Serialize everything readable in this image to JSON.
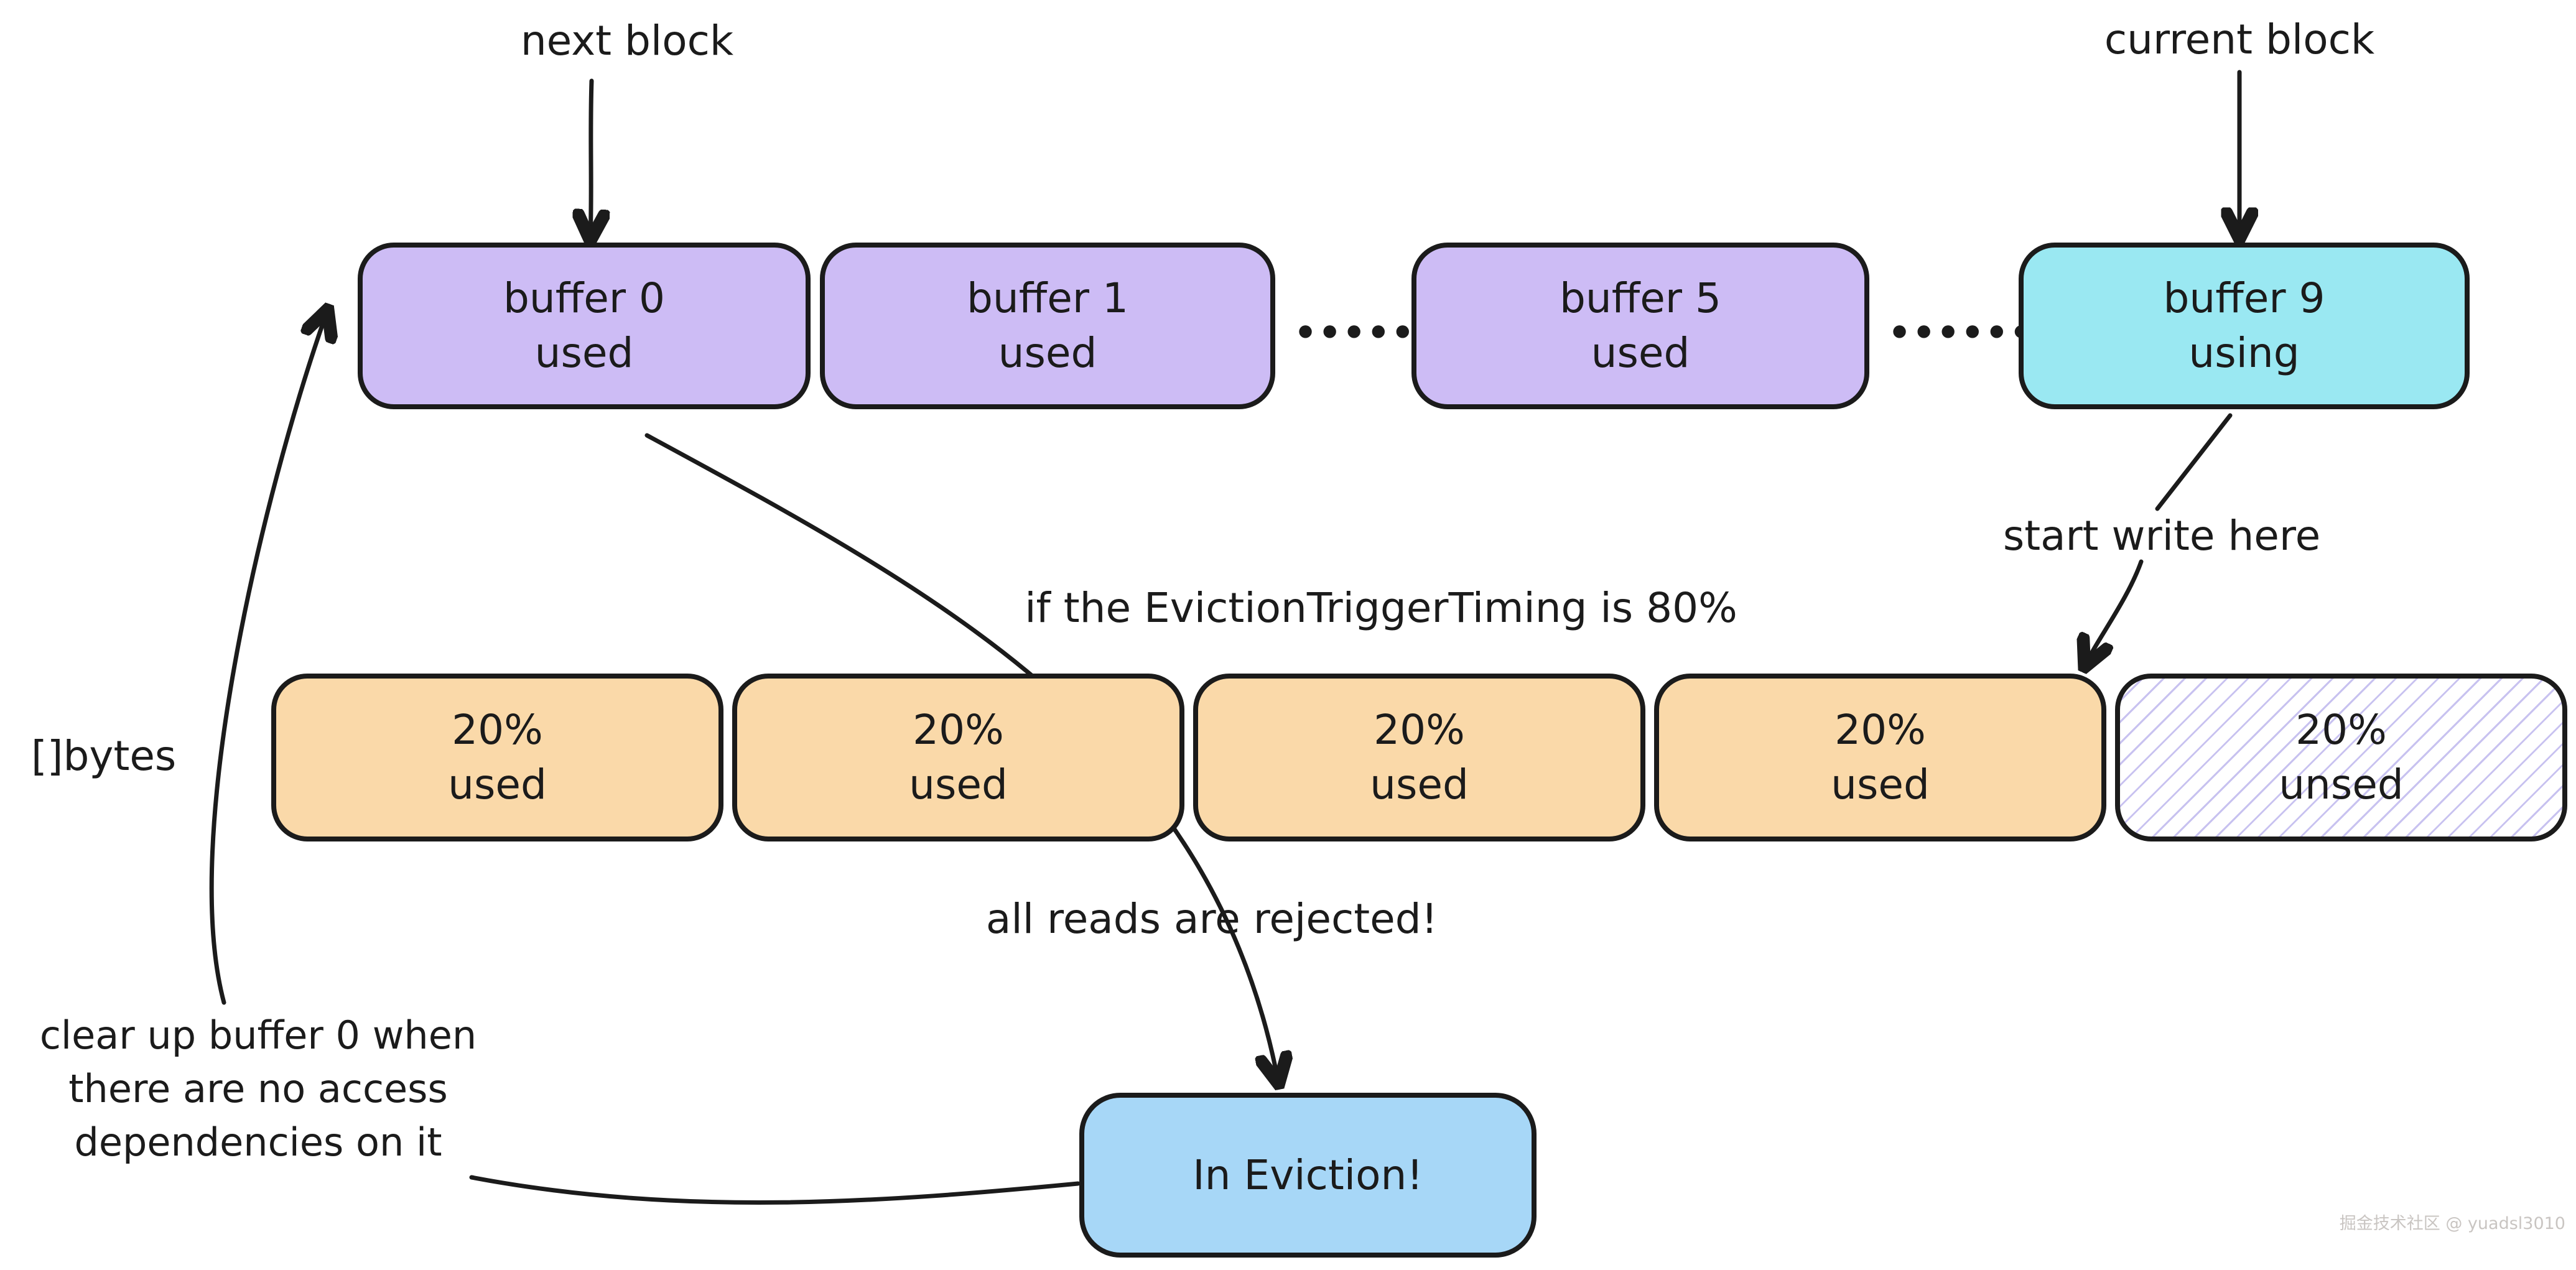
{
  "colors": {
    "ink": "#1b1b1b",
    "purple_fill": "#cdbcf5",
    "cyan_fill": "#9ae8f2",
    "orange_fill": "#fad9a9",
    "blue_fill": "#a7d7f7",
    "hatch_line": "#c8c2f0",
    "watermark_gray": "#c9c5c2"
  },
  "annotations": {
    "next_block": "next block",
    "current_block": "current block",
    "start_write_here": "start write here",
    "eviction_condition": "if the EvictionTriggerTiming is 80%",
    "bytes_label": "[]bytes",
    "reads_rejected": "all reads are rejected!",
    "clear_up_line1": "clear up buffer 0 when",
    "clear_up_line2": "there are no access",
    "clear_up_line3": "dependencies on it",
    "ellipsis_dots": "••••••"
  },
  "buffer_blocks": [
    {
      "name": "buffer 0",
      "status": "used"
    },
    {
      "name": "buffer 1",
      "status": "used"
    },
    {
      "name": "buffer 5",
      "status": "used"
    },
    {
      "name": "buffer 9",
      "status": "using"
    }
  ],
  "byte_chunks": [
    {
      "percent": "20%",
      "status": "used"
    },
    {
      "percent": "20%",
      "status": "used"
    },
    {
      "percent": "20%",
      "status": "used"
    },
    {
      "percent": "20%",
      "status": "used"
    },
    {
      "percent": "20%",
      "status": "unsed"
    }
  ],
  "eviction_box_label": "In Eviction!",
  "watermark": "掘金技术社区 @ yuadsl3010"
}
